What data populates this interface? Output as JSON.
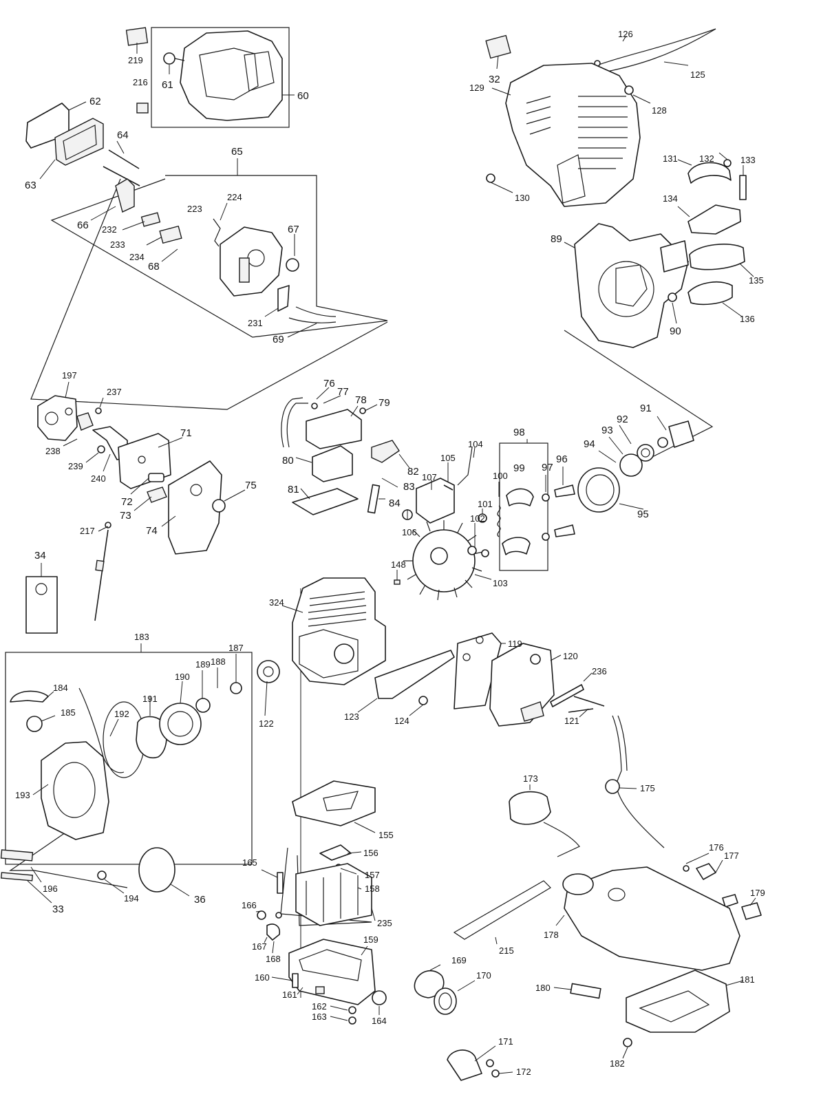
{
  "diagram": {
    "callouts": [
      {
        "id": "c219",
        "text": "219"
      },
      {
        "id": "c216",
        "text": "216"
      },
      {
        "id": "c61",
        "text": "61"
      },
      {
        "id": "c60",
        "text": "60"
      },
      {
        "id": "c62",
        "text": "62"
      },
      {
        "id": "c63",
        "text": "63"
      },
      {
        "id": "c64",
        "text": "64"
      },
      {
        "id": "c65",
        "text": "65"
      },
      {
        "id": "c224",
        "text": "224"
      },
      {
        "id": "c67",
        "text": "67"
      },
      {
        "id": "c66",
        "text": "66"
      },
      {
        "id": "c223",
        "text": "223"
      },
      {
        "id": "c232",
        "text": "232"
      },
      {
        "id": "c233",
        "text": "233"
      },
      {
        "id": "c234",
        "text": "234"
      },
      {
        "id": "c68",
        "text": "68"
      },
      {
        "id": "c231",
        "text": "231"
      },
      {
        "id": "c69",
        "text": "69"
      },
      {
        "id": "c32",
        "text": "32"
      },
      {
        "id": "c126",
        "text": "126"
      },
      {
        "id": "c125",
        "text": "125"
      },
      {
        "id": "c129",
        "text": "129"
      },
      {
        "id": "c128",
        "text": "128"
      },
      {
        "id": "c130",
        "text": "130"
      },
      {
        "id": "c131",
        "text": "131"
      },
      {
        "id": "c132",
        "text": "132"
      },
      {
        "id": "c133",
        "text": "133"
      },
      {
        "id": "c134",
        "text": "134"
      },
      {
        "id": "c89",
        "text": "89"
      },
      {
        "id": "c135",
        "text": "135"
      },
      {
        "id": "c136",
        "text": "136"
      },
      {
        "id": "c90",
        "text": "90"
      },
      {
        "id": "c197",
        "text": "197"
      },
      {
        "id": "c237",
        "text": "237"
      },
      {
        "id": "c238",
        "text": "238"
      },
      {
        "id": "c239",
        "text": "239"
      },
      {
        "id": "c240",
        "text": "240"
      },
      {
        "id": "c71",
        "text": "71"
      },
      {
        "id": "c72",
        "text": "72"
      },
      {
        "id": "c73",
        "text": "73"
      },
      {
        "id": "c74",
        "text": "74"
      },
      {
        "id": "c75",
        "text": "75"
      },
      {
        "id": "c217",
        "text": "217"
      },
      {
        "id": "c34",
        "text": "34"
      },
      {
        "id": "c76",
        "text": "76"
      },
      {
        "id": "c77",
        "text": "77"
      },
      {
        "id": "c78",
        "text": "78"
      },
      {
        "id": "c79",
        "text": "79"
      },
      {
        "id": "c80",
        "text": "80"
      },
      {
        "id": "c81",
        "text": "81"
      },
      {
        "id": "c82",
        "text": "82"
      },
      {
        "id": "c83",
        "text": "83"
      },
      {
        "id": "c84",
        "text": "84"
      },
      {
        "id": "c104",
        "text": "104"
      },
      {
        "id": "c105",
        "text": "105"
      },
      {
        "id": "c107",
        "text": "107"
      },
      {
        "id": "c106",
        "text": "106"
      },
      {
        "id": "c98",
        "text": "98"
      },
      {
        "id": "c99",
        "text": "99"
      },
      {
        "id": "c100",
        "text": "100"
      },
      {
        "id": "c101",
        "text": "101"
      },
      {
        "id": "c102",
        "text": "102"
      },
      {
        "id": "c97",
        "text": "97"
      },
      {
        "id": "c96",
        "text": "96"
      },
      {
        "id": "c91",
        "text": "91"
      },
      {
        "id": "c92",
        "text": "92"
      },
      {
        "id": "c93",
        "text": "93"
      },
      {
        "id": "c94",
        "text": "94"
      },
      {
        "id": "c95",
        "text": "95"
      },
      {
        "id": "c148",
        "text": "148"
      },
      {
        "id": "c103",
        "text": "103"
      },
      {
        "id": "c324",
        "text": "324"
      },
      {
        "id": "c183",
        "text": "183"
      },
      {
        "id": "c187",
        "text": "187"
      },
      {
        "id": "c188",
        "text": "188"
      },
      {
        "id": "c189",
        "text": "189"
      },
      {
        "id": "c190",
        "text": "190"
      },
      {
        "id": "c191",
        "text": "191"
      },
      {
        "id": "c192",
        "text": "192"
      },
      {
        "id": "c184",
        "text": "184"
      },
      {
        "id": "c185",
        "text": "185"
      },
      {
        "id": "c193",
        "text": "193"
      },
      {
        "id": "c122",
        "text": "122"
      },
      {
        "id": "c119",
        "text": "119"
      },
      {
        "id": "c120",
        "text": "120"
      },
      {
        "id": "c236",
        "text": "236"
      },
      {
        "id": "c123",
        "text": "123"
      },
      {
        "id": "c124",
        "text": "124"
      },
      {
        "id": "c121",
        "text": "121"
      },
      {
        "id": "c196",
        "text": "196"
      },
      {
        "id": "c194",
        "text": "194"
      },
      {
        "id": "c36",
        "text": "36"
      },
      {
        "id": "c33",
        "text": "33"
      },
      {
        "id": "c155",
        "text": "155"
      },
      {
        "id": "c156",
        "text": "156"
      },
      {
        "id": "c157",
        "text": "157"
      },
      {
        "id": "c158",
        "text": "158"
      },
      {
        "id": "c235",
        "text": "235"
      },
      {
        "id": "c165",
        "text": "165"
      },
      {
        "id": "c166",
        "text": "166"
      },
      {
        "id": "c167",
        "text": "167"
      },
      {
        "id": "c168",
        "text": "168"
      },
      {
        "id": "c159",
        "text": "159"
      },
      {
        "id": "c160",
        "text": "160"
      },
      {
        "id": "c161",
        "text": "161"
      },
      {
        "id": "c162",
        "text": "162"
      },
      {
        "id": "c163",
        "text": "163"
      },
      {
        "id": "c164",
        "text": "164"
      },
      {
        "id": "c173",
        "text": "173"
      },
      {
        "id": "c175",
        "text": "175"
      },
      {
        "id": "c176",
        "text": "176"
      },
      {
        "id": "c177",
        "text": "177"
      },
      {
        "id": "c179",
        "text": "179"
      },
      {
        "id": "c178",
        "text": "178"
      },
      {
        "id": "c215",
        "text": "215"
      },
      {
        "id": "c169",
        "text": "169"
      },
      {
        "id": "c170",
        "text": "170"
      },
      {
        "id": "c171",
        "text": "171"
      },
      {
        "id": "c172",
        "text": "172"
      },
      {
        "id": "c180",
        "text": "180"
      },
      {
        "id": "c181",
        "text": "181"
      },
      {
        "id": "c182",
        "text": "182"
      }
    ]
  }
}
